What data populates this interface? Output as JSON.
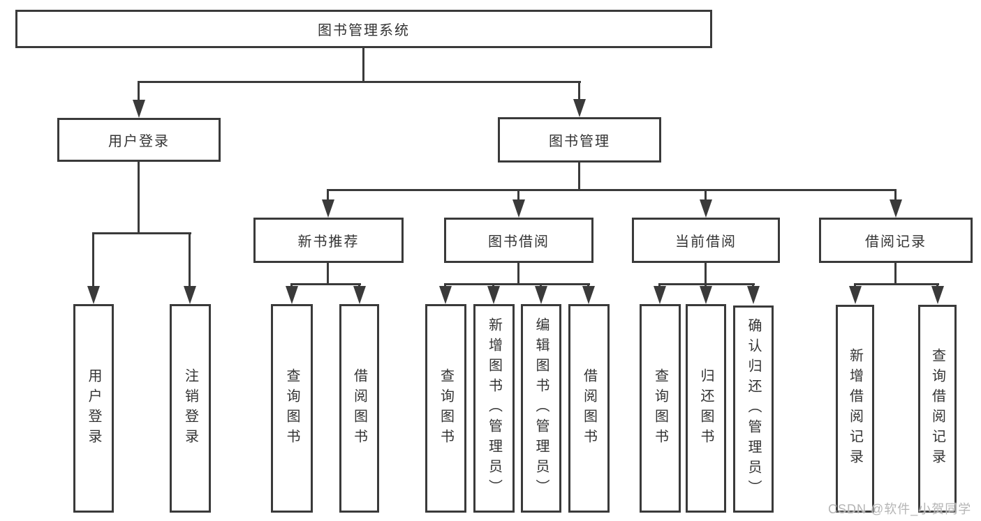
{
  "diagram": {
    "tree": {
      "root": "图书管理系统",
      "login": {
        "label": "用户登录",
        "children": [
          "用户登录",
          "注销登录"
        ]
      },
      "management": {
        "label": "图书管理"
      },
      "sections": [
        {
          "label": "新书推荐",
          "children": [
            "查询图书",
            "借阅图书"
          ]
        },
        {
          "label": "图书借阅",
          "children": [
            "查询图书",
            "新增图书（管理员）",
            "编辑图书（管理员）",
            "借阅图书"
          ]
        },
        {
          "label": "当前借阅",
          "children": [
            "查询图书",
            "归还图书",
            "确认归还（管理员）"
          ]
        },
        {
          "label": "借阅记录",
          "children": [
            "新增借阅记录",
            "查询借阅记录"
          ]
        }
      ]
    },
    "watermark": "CSDN @软件_小贺同学"
  },
  "colors": {
    "line": "#3a3a3a",
    "text": "#333333",
    "bg": "#ffffff",
    "watermark": "#b5b5b5"
  }
}
